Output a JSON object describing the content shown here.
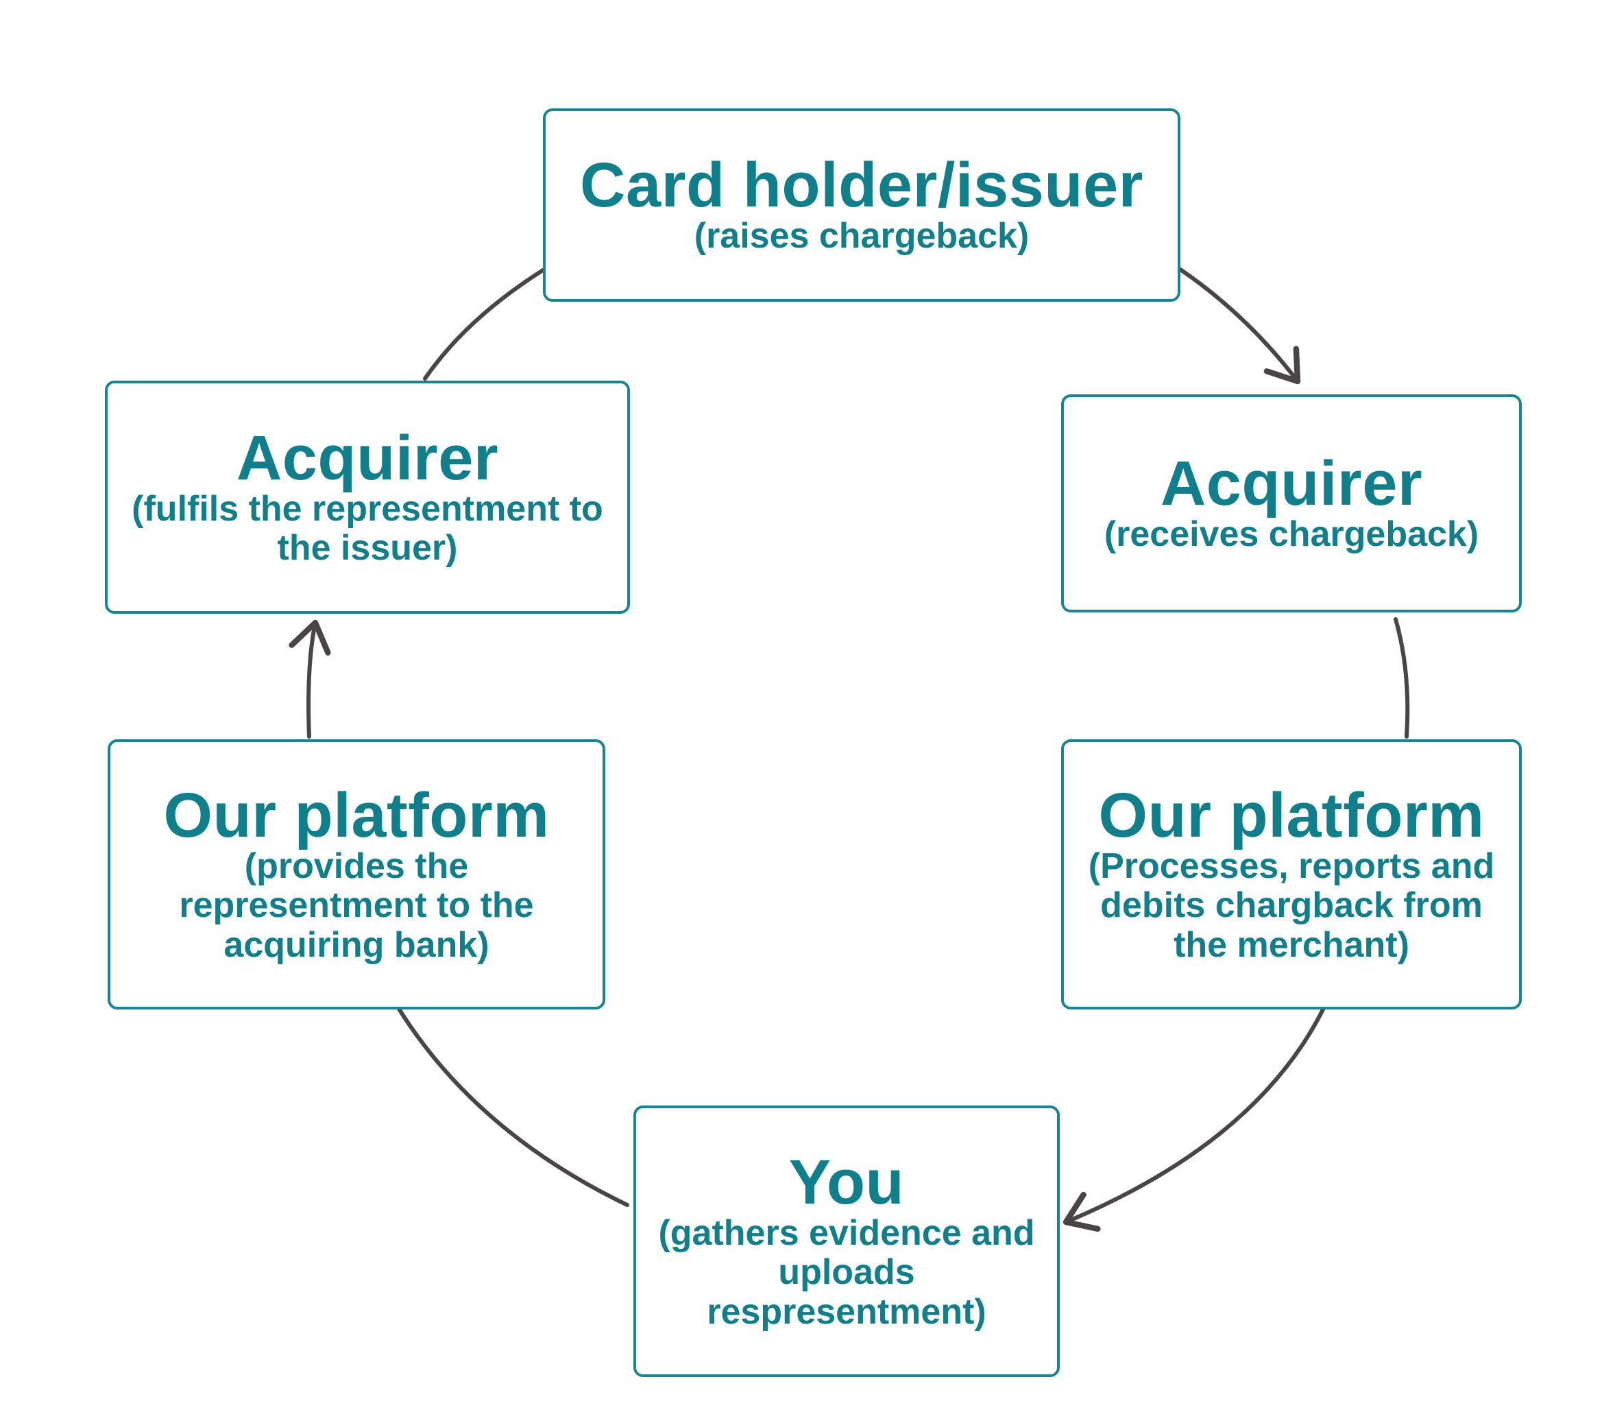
{
  "nodes": {
    "cardholder": {
      "title": "Card holder/issuer",
      "subtitle": "(raises chargeback)"
    },
    "acquirer_receives": {
      "title": "Acquirer",
      "subtitle": "(receives chargeback)"
    },
    "platform_processes": {
      "title": "Our platform",
      "subtitle": "(Processes, reports and debits chargback from the merchant)"
    },
    "you": {
      "title": "You",
      "subtitle": "(gathers evidence and uploads respresentment)"
    },
    "platform_provides": {
      "title": "Our platform",
      "subtitle": "(provides the representment to the acquiring bank)"
    },
    "acquirer_fulfils": {
      "title": "Acquirer",
      "subtitle": "(fulfils the representment to the issuer)"
    }
  },
  "colors": {
    "box_border": "#138796",
    "text": "#0f7f8c",
    "connector": "#4a4444"
  }
}
